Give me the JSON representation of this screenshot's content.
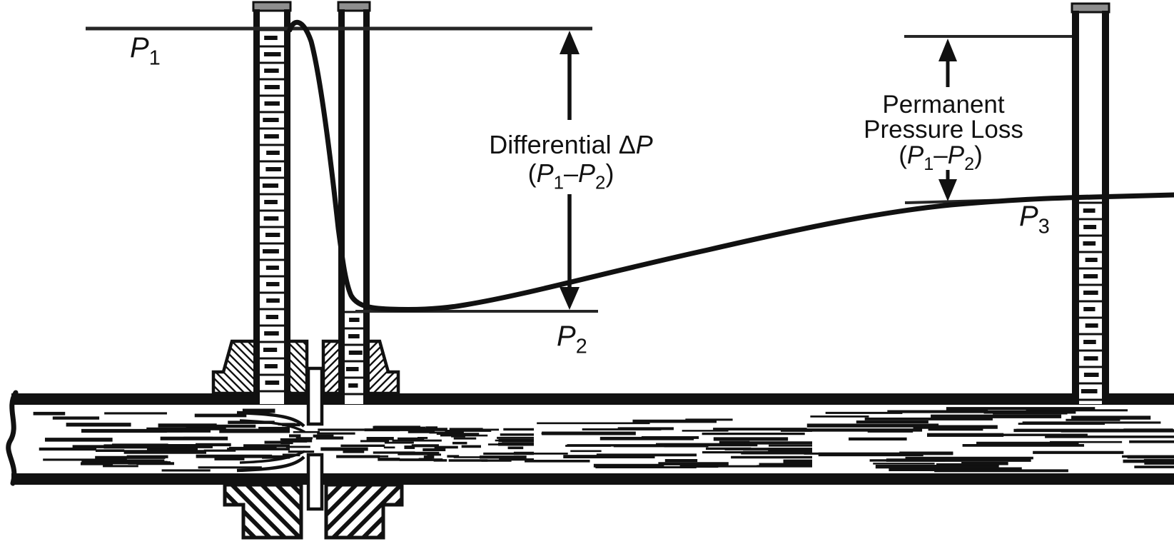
{
  "diagram": {
    "description": "Orifice plate flowmeter pressure profile",
    "colors": {
      "ink": "#111111",
      "reference_line": "#262626",
      "background": "#ffffff",
      "tube_cap": "#8e8e8e"
    },
    "labels": {
      "p1": [
        {
          "t": "P",
          "s": "i"
        },
        {
          "t": "1",
          "s": "sub"
        }
      ],
      "p2": [
        {
          "t": "P",
          "s": "i"
        },
        {
          "t": "2",
          "s": "sub"
        }
      ],
      "p3": [
        {
          "t": "P",
          "s": "i"
        },
        {
          "t": "3",
          "s": "sub"
        }
      ],
      "differential_line1": [
        {
          "t": "Differential ",
          "s": "n"
        },
        {
          "t": "Δ",
          "s": "n"
        },
        {
          "t": "P",
          "s": "i"
        }
      ],
      "differential_line2": [
        {
          "t": "(",
          "s": "n"
        },
        {
          "t": "P",
          "s": "i"
        },
        {
          "t": "1",
          "s": "sub"
        },
        {
          "t": "–",
          "s": "n"
        },
        {
          "t": "P",
          "s": "i"
        },
        {
          "t": "2",
          "s": "sub"
        },
        {
          "t": ")",
          "s": "n"
        }
      ],
      "permanent_line1": [
        {
          "t": "Permanent",
          "s": "n"
        }
      ],
      "permanent_line2": [
        {
          "t": "Pressure Loss",
          "s": "n"
        }
      ],
      "permanent_line3": [
        {
          "t": "(",
          "s": "n"
        },
        {
          "t": "P",
          "s": "i"
        },
        {
          "t": "1",
          "s": "sub"
        },
        {
          "t": "–",
          "s": "n"
        },
        {
          "t": "P",
          "s": "i"
        },
        {
          "t": "2",
          "s": "sub"
        },
        {
          "t": ")",
          "s": "n"
        }
      ]
    }
  }
}
